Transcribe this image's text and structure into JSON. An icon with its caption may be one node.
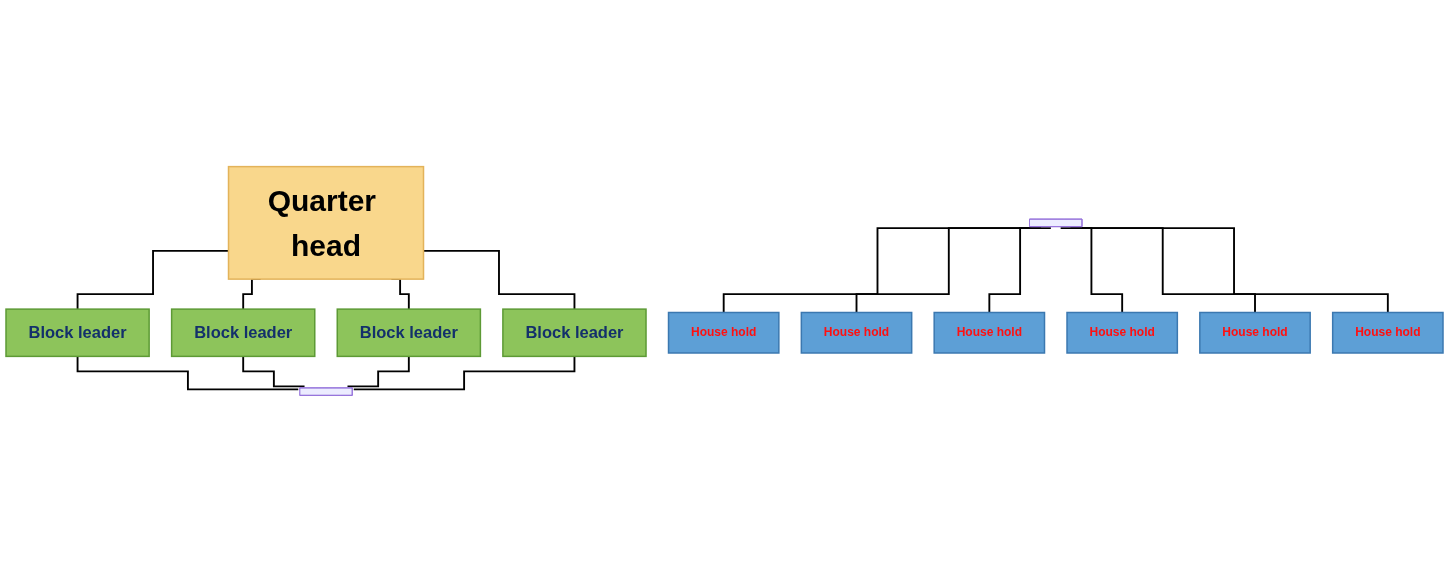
{
  "diagram": {
    "nodes": [
      {
        "text": [
          "Quarter head"
        ]
      },
      {
        "text": [
          "Block leader"
        ]
      },
      {
        "text": [
          "Block leader"
        ]
      },
      {
        "text": [
          "Block leader"
        ]
      },
      {
        "text": [
          "Block leader"
        ]
      },
      {
        "text": [],
        "shape": "bar"
      },
      {
        "text": [],
        "shape": "bar"
      },
      {
        "text": [
          "House hold"
        ]
      },
      {
        "text": [
          "House hold"
        ]
      },
      {
        "text": [
          "House hold"
        ]
      },
      {
        "text": [
          "House hold"
        ]
      },
      {
        "text": [
          "House hold"
        ]
      },
      {
        "text": [
          "House hold"
        ]
      }
    ],
    "edges": [
      {
        "from": 0,
        "to": 1,
        "arrow": "none"
      },
      {
        "from": 0,
        "to": 2,
        "arrow": "none"
      },
      {
        "from": 0,
        "to": 3,
        "arrow": "none"
      },
      {
        "from": 0,
        "to": 4,
        "arrow": "none"
      },
      {
        "from": 1,
        "to": 5,
        "arrow": "none"
      },
      {
        "from": 2,
        "to": 5,
        "arrow": "none"
      },
      {
        "from": 3,
        "to": 5,
        "arrow": "none"
      },
      {
        "from": 4,
        "to": 5,
        "arrow": "none"
      },
      {
        "from": 6,
        "to": 7,
        "arrow": "none"
      },
      {
        "from": 6,
        "to": 8,
        "arrow": "none"
      },
      {
        "from": 6,
        "to": 9,
        "arrow": "none"
      },
      {
        "from": 6,
        "to": 10,
        "arrow": "none"
      },
      {
        "from": 6,
        "to": 11,
        "arrow": "none"
      },
      {
        "from": 6,
        "to": 12,
        "arrow": "none"
      }
    ]
  }
}
